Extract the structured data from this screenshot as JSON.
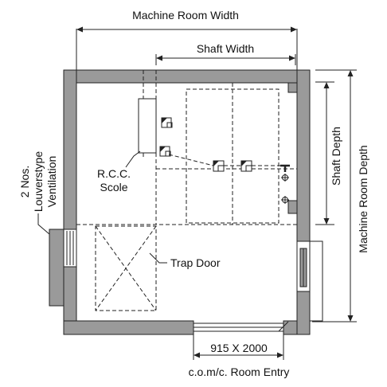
{
  "labels": {
    "machine_room_width": "Machine Room Width",
    "shaft_width": "Shaft Width",
    "shaft_depth": "Shaft Depth",
    "machine_room_depth": "Machine Room Depth",
    "ventilation_line1": "2 Nos.",
    "ventilation_line2": "Louverstype",
    "ventilation_line3": "Ventilation",
    "rcc_line1": "R.C.C.",
    "rcc_line2": "Scole",
    "trap_door": "Trap Door",
    "door_size": "915 X 2000",
    "room_entry": "c.o.m/c. Room Entry"
  },
  "colors": {
    "wall_fill": "#9a9a9a",
    "line": "#222222",
    "background": "#ffffff"
  }
}
